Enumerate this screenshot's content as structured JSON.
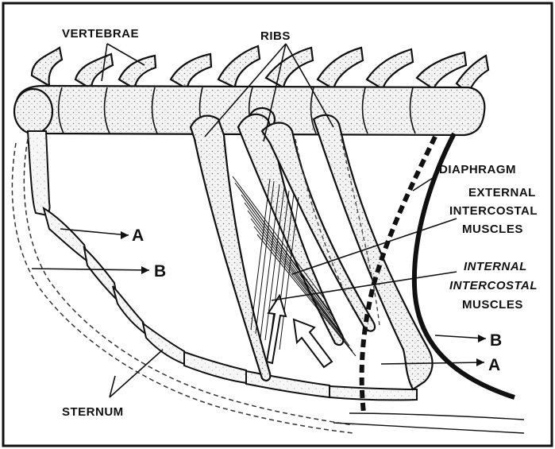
{
  "labels": {
    "vertebrae": "VERTEBRAE",
    "ribs": "RIBS",
    "diaphragm": "DIAPHRAGM",
    "external_1": "EXTERNAL",
    "external_2": "INTERCOSTAL",
    "external_3": "MUSCLES",
    "internal_1": "INTERNAL",
    "internal_2": "INTERCOSTAL",
    "internal_3": "MUSCLES",
    "a_left": "A",
    "b_left": "B",
    "b_right": "B",
    "a_right": "A",
    "sternum": "STERNUM"
  },
  "colors": {
    "ink": "#111111",
    "bone": "#f2f2f2",
    "paper": "#ffffff"
  }
}
